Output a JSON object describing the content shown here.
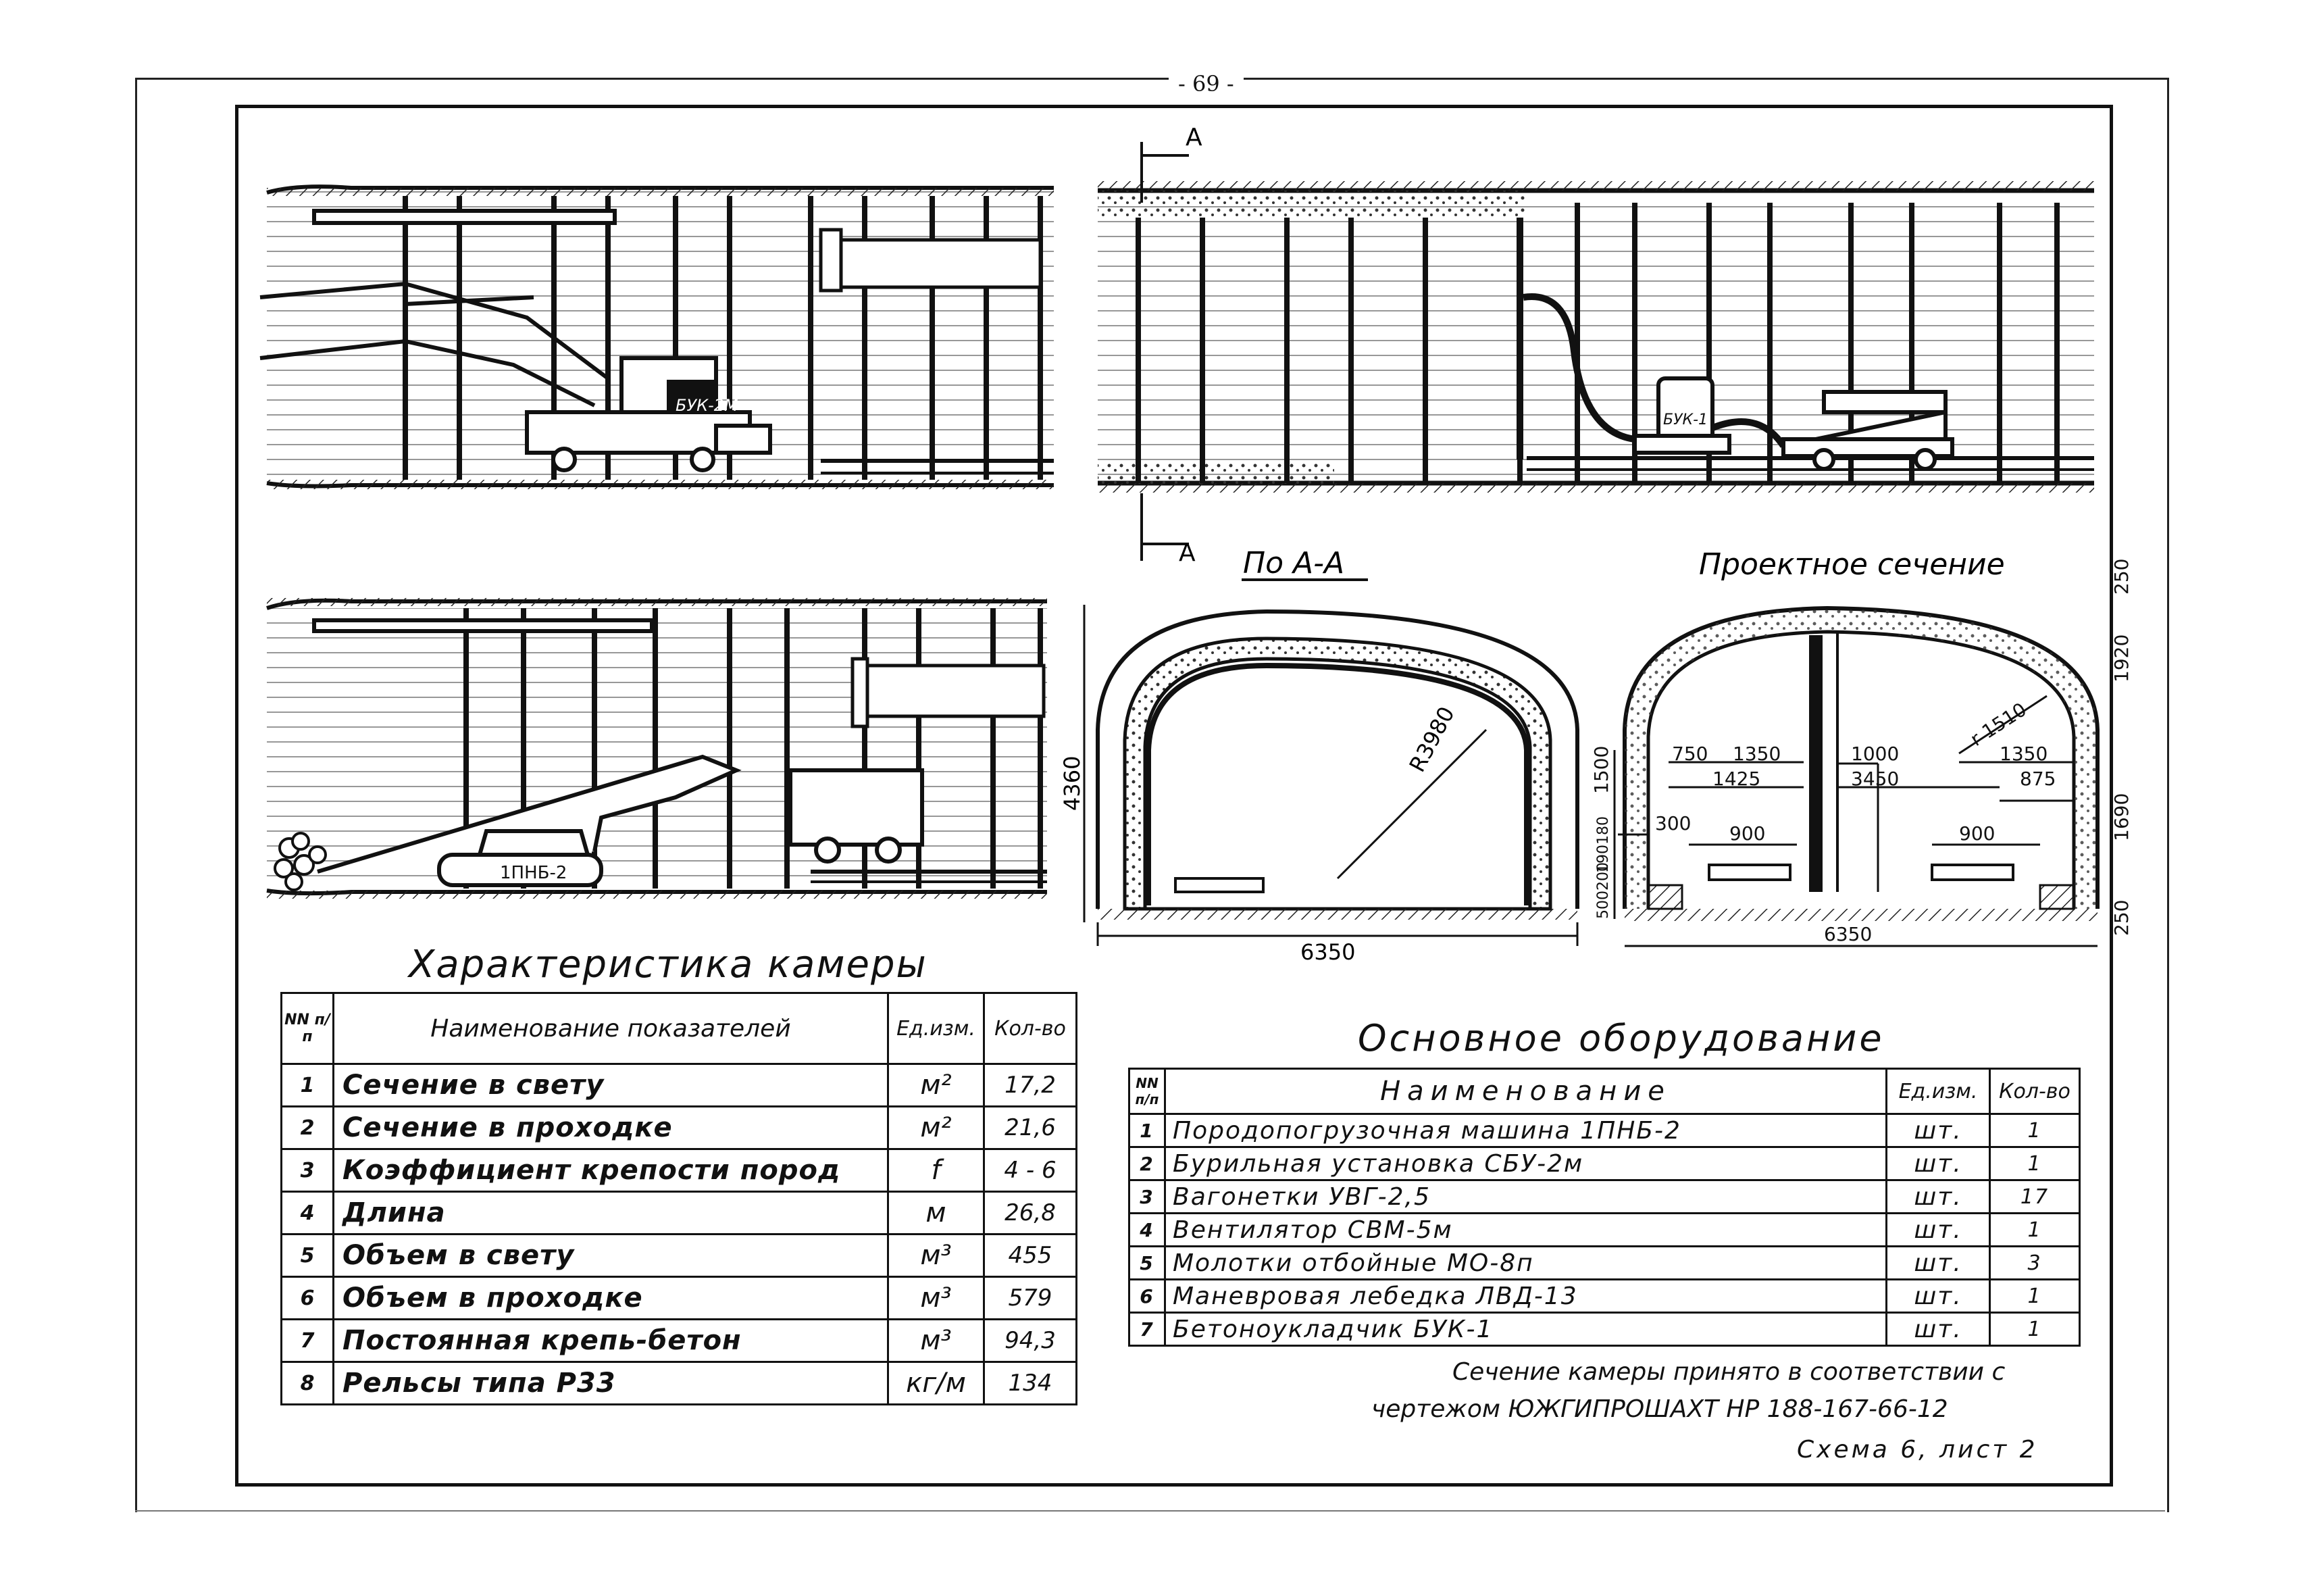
{
  "page_number": "- 69 -",
  "drawing": {
    "section_mark_a": "А",
    "section_a_title": "По А-А",
    "design_section_title": "Проектное сечение",
    "machine_labels": [
      "БУК-2М",
      "БУК-1",
      "1ПНБ-2"
    ],
    "dims_section_a": {
      "height": "4360",
      "radius": "R3980",
      "width": "6350"
    },
    "dims_design": {
      "top": "250",
      "upper": "1920",
      "r": "r 1510",
      "left_h": "1500",
      "right_h": "1690",
      "bottom": "250",
      "width": "6350",
      "d750": "750",
      "d1350": "1350",
      "d1000": "1000",
      "d1350b": "1350",
      "d1425": "1425",
      "d3450": "3450",
      "d875": "875",
      "d300": "300",
      "d900a": "900",
      "d900b": "900",
      "d500": "500",
      "d200": "200",
      "d190": "190",
      "d180": "180"
    }
  },
  "characteristics": {
    "title": "Характеристика камеры",
    "headers": {
      "num": "NN п/п",
      "name": "Наименование показателей",
      "unit": "Ед.изм.",
      "qty": "Кол-во"
    },
    "rows": [
      {
        "num": "1",
        "name": "Сечение в свету",
        "unit": "м²",
        "qty": "17,2"
      },
      {
        "num": "2",
        "name": "Сечение в проходке",
        "unit": "м²",
        "qty": "21,6"
      },
      {
        "num": "3",
        "name": "Коэффициент крепости пород",
        "unit": "f",
        "qty": "4 - 6"
      },
      {
        "num": "4",
        "name": "Длина",
        "unit": "м",
        "qty": "26,8"
      },
      {
        "num": "5",
        "name": "Объем в свету",
        "unit": "м³",
        "qty": "455"
      },
      {
        "num": "6",
        "name": "Объем в проходке",
        "unit": "м³",
        "qty": "579"
      },
      {
        "num": "7",
        "name": "Постоянная крепь-бетон",
        "unit": "м³",
        "qty": "94,3"
      },
      {
        "num": "8",
        "name": "Рельсы типа Р33",
        "unit": "кг/м",
        "qty": "134"
      }
    ]
  },
  "equipment": {
    "title": "Основное оборудование",
    "headers": {
      "num": "NN п/п",
      "name": "Наименование",
      "unit": "Ед.изм.",
      "qty": "Кол-во"
    },
    "rows": [
      {
        "num": "1",
        "name": "Породопогрузочная машина 1ПНБ-2",
        "unit": "шт.",
        "qty": "1"
      },
      {
        "num": "2",
        "name": "Бурильная установка СБУ-2м",
        "unit": "шт.",
        "qty": "1"
      },
      {
        "num": "3",
        "name": "Вагонетки УВГ-2,5",
        "unit": "шт.",
        "qty": "17"
      },
      {
        "num": "4",
        "name": "Вентилятор СВМ-5м",
        "unit": "шт.",
        "qty": "1"
      },
      {
        "num": "5",
        "name": "Молотки отбойные МО-8п",
        "unit": "шт.",
        "qty": "3"
      },
      {
        "num": "6",
        "name": "Маневровая лебедка ЛВД-13",
        "unit": "шт.",
        "qty": "1"
      },
      {
        "num": "7",
        "name": "Бетоноукладчик БУК-1",
        "unit": "шт.",
        "qty": "1"
      }
    ]
  },
  "notes": {
    "line1": "Сечение камеры принято в соответствии с",
    "line2": "чертежом ЮЖГИПРОШАХТ НР 188-167-66-12",
    "scheme": "Схема 6, лист 2"
  }
}
